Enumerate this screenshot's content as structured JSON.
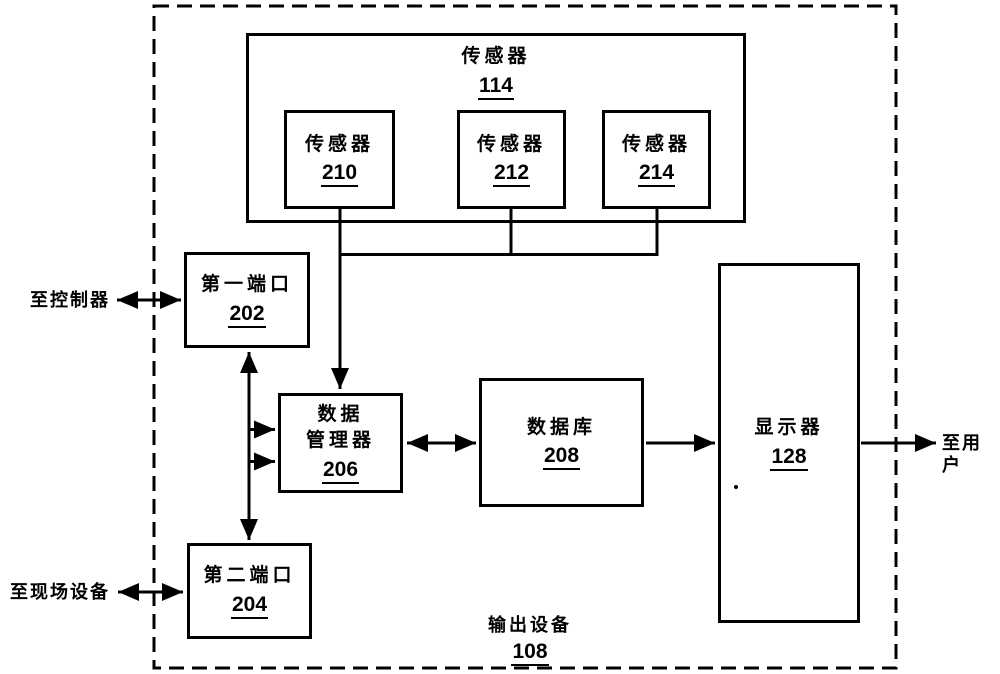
{
  "figure": {
    "outer_device": {
      "title": "输出设备",
      "ref": "108"
    },
    "sensors_container": {
      "title": "传感器",
      "ref": "114"
    },
    "sensors": [
      {
        "title": "传感器",
        "ref": "210"
      },
      {
        "title": "传感器",
        "ref": "212"
      },
      {
        "title": "传感器",
        "ref": "214"
      }
    ],
    "first_port": {
      "title": "第一端口",
      "ref": "202"
    },
    "second_port": {
      "title": "第二端口",
      "ref": "204"
    },
    "data_manager": {
      "title": "数据\n管理器",
      "ref": "206"
    },
    "database": {
      "title": "数据库",
      "ref": "208"
    },
    "display": {
      "title": "显示器",
      "ref": "128"
    },
    "external_labels": {
      "to_controller": "至控制器",
      "to_field_device": "至现场设备",
      "to_user": "至用户"
    },
    "colors": {
      "line": "#000000",
      "background": "#ffffff"
    }
  }
}
